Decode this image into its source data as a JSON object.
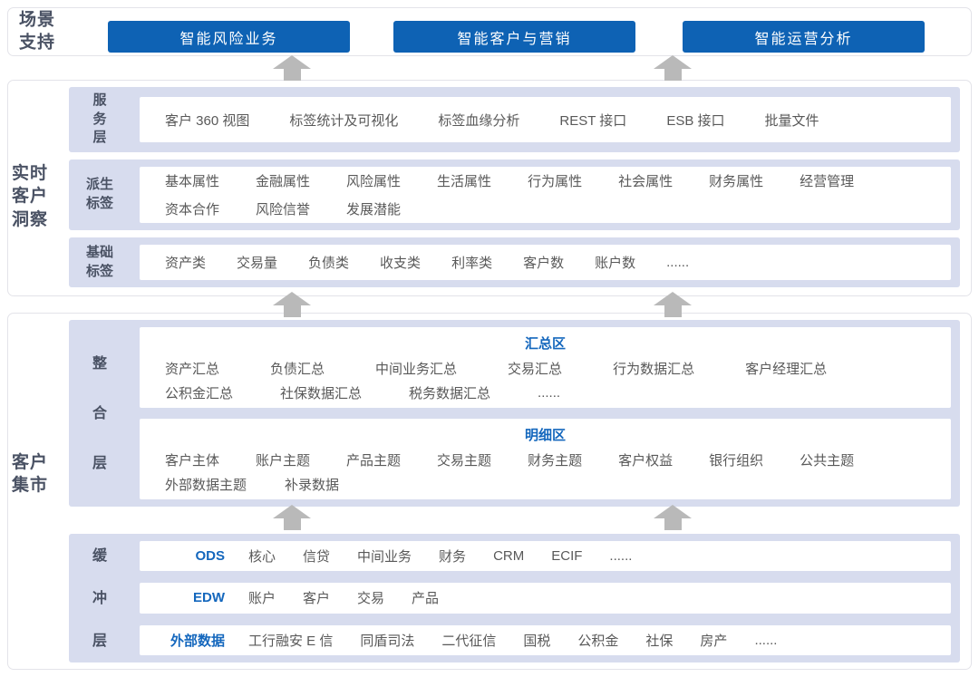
{
  "colors": {
    "accent_blue": "#0e62b4",
    "accent_text_blue": "#1467bd",
    "row_background": "#d7dcee",
    "arrow_gray": "#b9b9b9",
    "label_slate": "#4a5264",
    "item_gray": "#595959"
  },
  "scenario": {
    "label": "场景\n支持",
    "buttons": [
      "智能风险业务",
      "智能客户与营销",
      "智能运营分析"
    ]
  },
  "insight": {
    "label": "实时\n客户\n洞察",
    "rows": [
      {
        "label": "服\n务\n层",
        "lines": [
          [
            "客户 360 视图",
            "标签统计及可视化",
            "标签血缘分析",
            "REST 接口",
            "ESB 接口",
            "批量文件"
          ]
        ]
      },
      {
        "label": "派生\n标签",
        "lines": [
          [
            "基本属性",
            "金融属性",
            "风险属性",
            "生活属性",
            "行为属性",
            "社会属性",
            "财务属性",
            "经营管理"
          ],
          [
            "资本合作",
            "风险信誉",
            "发展潜能"
          ]
        ]
      },
      {
        "label": "基础\n标签",
        "lines": [
          [
            "资产类",
            "交易量",
            "负债类",
            "收支类",
            "利率类",
            "客户数",
            "账户数",
            "......"
          ]
        ]
      }
    ]
  },
  "mart": {
    "label": "客户\n集市",
    "integration": {
      "label": "整\n合\n层",
      "zones": [
        {
          "title": "汇总区",
          "lines": [
            [
              "资产汇总",
              "负债汇总",
              "中间业务汇总",
              "交易汇总",
              "行为数据汇总",
              "客户经理汇总"
            ],
            [
              "公积金汇总",
              "社保数据汇总",
              "税务数据汇总",
              "......"
            ]
          ]
        },
        {
          "title": "明细区",
          "lines": [
            [
              "客户主体",
              "账户主题",
              "产品主题",
              "交易主题",
              "财务主题",
              "客户权益",
              "银行组织",
              "公共主题"
            ],
            [
              "外部数据主题",
              "补录数据"
            ]
          ]
        }
      ]
    },
    "buffer": {
      "label": "缓\n冲\n层",
      "rows": [
        {
          "title": "ODS",
          "items": [
            "核心",
            "信贷",
            "中间业务",
            "财务",
            "CRM",
            "ECIF",
            "......"
          ]
        },
        {
          "title": "EDW",
          "items": [
            "账户",
            "客户",
            "交易",
            "产品"
          ]
        },
        {
          "title": "外部数据",
          "items": [
            "工行融安 E 信",
            "同盾司法",
            "二代征信",
            "国税",
            "公积金",
            "社保",
            "房产",
            "......"
          ]
        }
      ]
    }
  }
}
